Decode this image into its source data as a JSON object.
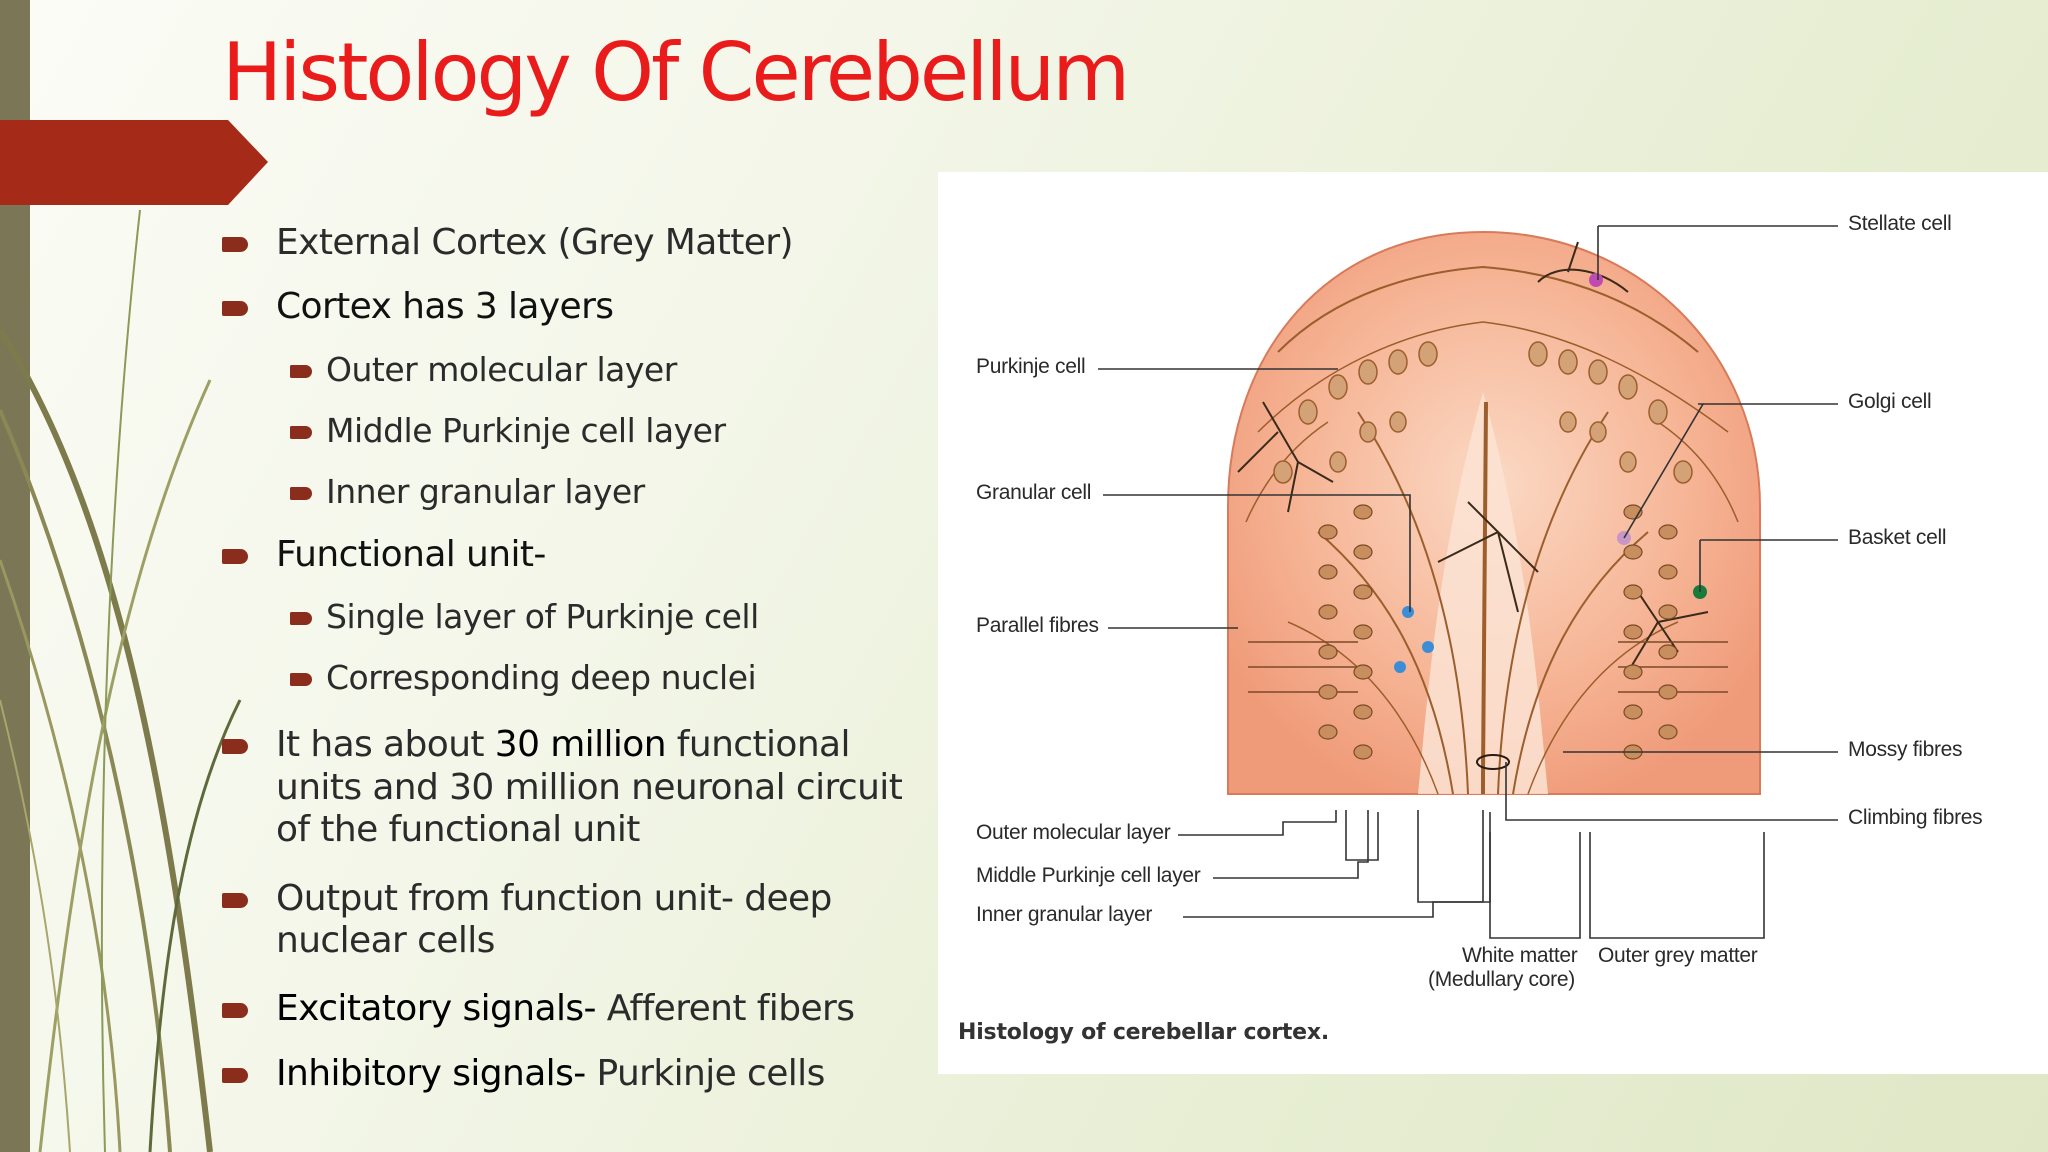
{
  "slide": {
    "title": "Histology Of Cerebellum",
    "colors": {
      "title": "#ea1b1b",
      "accent": "#a52a17",
      "bullet": "#8b2d1c",
      "sidebar": "#7b7655"
    },
    "bullets": [
      {
        "text": "External Cortex (Grey Matter)"
      },
      {
        "text": "Cortex has 3 layers"
      },
      {
        "text": "Outer molecular layer"
      },
      {
        "text": "Middle Purkinje cell layer"
      },
      {
        "text": "Inner granular layer"
      },
      {
        "text": "Functional unit-"
      },
      {
        "text": "Single layer of Purkinje cell"
      },
      {
        "text": "Corresponding deep nuclei"
      },
      {
        "pre": "It has about ",
        "bold": "30 million",
        "post": " functional units and 30 million neuronal circuit of the functional unit"
      },
      {
        "text": "Output from function unit- deep nuclear cells"
      },
      {
        "bold": "Excitatory signals-",
        "post": " Afferent fibers"
      },
      {
        "bold": "Inhibitory signals-",
        "post": " Purkinje cells"
      }
    ]
  },
  "figure": {
    "caption": "Histology of cerebellar cortex.",
    "labels": {
      "stellate": "Stellate cell",
      "golgi": "Golgi cell",
      "basket": "Basket cell",
      "mossy": "Mossy fibres",
      "climbing": "Climbing fibres",
      "purkinje": "Purkinje cell",
      "granular": "Granular cell",
      "parallel": "Parallel fibres",
      "outer_molecular": "Outer molecular layer",
      "middle_purkinje": "Middle Purkinje cell layer",
      "inner_granular": "Inner granular layer",
      "white_matter_1": "White matter",
      "white_matter_2": "(Medullary core)",
      "outer_grey": "Outer grey matter"
    },
    "colors": {
      "tissue": "#f2a384",
      "tissue_light": "#f8c9b0",
      "fibre": "#9c5e2c",
      "cell": "#d4a277"
    }
  }
}
